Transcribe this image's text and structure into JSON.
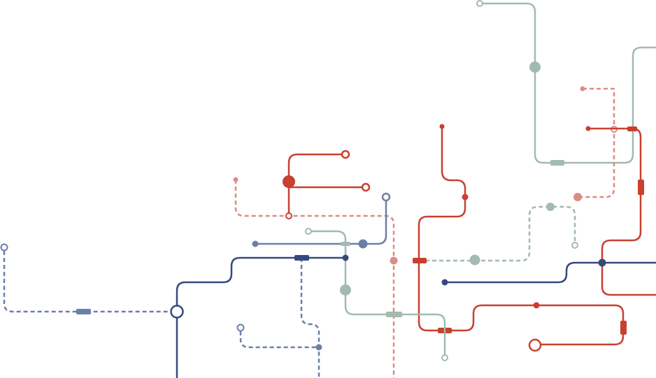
{
  "colors": {
    "red": "#c8402f",
    "light_red": "#dc8c84",
    "sage": "#a3bab0",
    "navy": "#34497c",
    "slate": "#6b80a8",
    "background": "#ffffff"
  },
  "lines": [
    {
      "name": "sage-top",
      "color": "sage",
      "style": "solid"
    },
    {
      "name": "light-red-right",
      "color": "light_red",
      "style": "dashed"
    },
    {
      "name": "red-right",
      "color": "red",
      "style": "solid"
    },
    {
      "name": "navy-right",
      "color": "navy",
      "style": "solid"
    },
    {
      "name": "sage-dashed-middle",
      "color": "sage",
      "style": "dashed"
    },
    {
      "name": "red-long",
      "color": "red",
      "style": "solid"
    },
    {
      "name": "light-red-middle",
      "color": "light_red",
      "style": "dashed"
    },
    {
      "name": "red-fork",
      "color": "red",
      "style": "solid"
    },
    {
      "name": "slate-short",
      "color": "slate",
      "style": "solid"
    },
    {
      "name": "sage-middle",
      "color": "sage",
      "style": "solid"
    },
    {
      "name": "navy-left",
      "color": "navy",
      "style": "solid"
    },
    {
      "name": "slate-dashed-left",
      "color": "slate",
      "style": "dashed"
    },
    {
      "name": "slate-dashed-bottom",
      "color": "slate",
      "style": "dashed"
    }
  ]
}
